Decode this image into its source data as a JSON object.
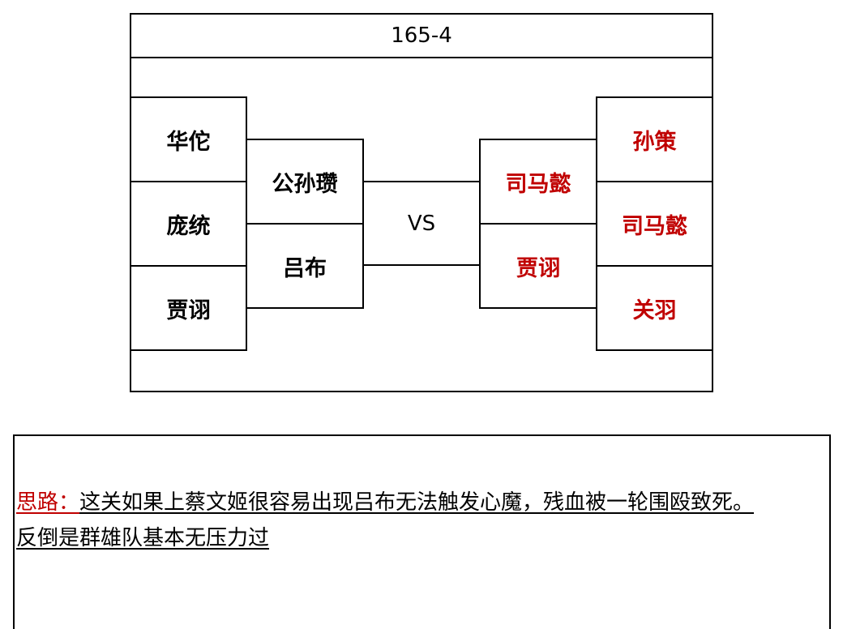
{
  "diagram": {
    "title": "165-4",
    "vs_label": "VS",
    "left_outer": [
      "华佗",
      "庞统",
      "贾诩"
    ],
    "left_inner": [
      "公孙瓒",
      "吕布"
    ],
    "right_inner": [
      "司马懿",
      "贾诩"
    ],
    "right_outer": [
      "孙策",
      "司马懿",
      "关羽"
    ],
    "colors": {
      "left_text": "#000000",
      "right_text": "#c00000"
    }
  },
  "note": {
    "label": "思路：",
    "line1": "这关如果上蔡文姬很容易出现吕布无法触发心魔，残血被一轮围殴致死。",
    "line2": "反倒是群雄队基本无压力过"
  }
}
